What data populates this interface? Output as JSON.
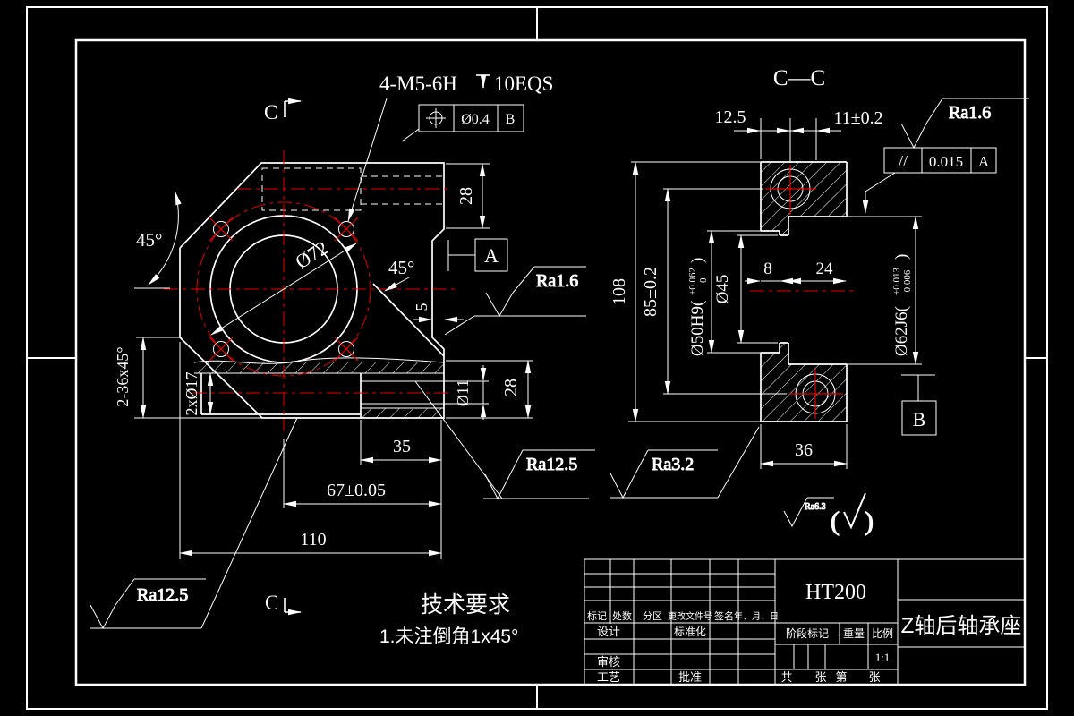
{
  "colors": {
    "background": "#000000",
    "line": "#ffffff",
    "centerline": "#e80000"
  },
  "front_view": {
    "section_letter_top": "C",
    "section_letter_bottom": "C",
    "thread_note_prefix": "4-M5-6H",
    "thread_note_suffix": "10EQS",
    "position_frame": {
      "tolerance": "Ø0.4",
      "datum": "B"
    },
    "dims": {
      "angle_top_left": "45°",
      "bore": "Ø72",
      "angle_right": "45°",
      "step5": "5",
      "height_top": "28",
      "chamfer_note": "2-36x45°",
      "counterbore": "2xØ17",
      "hole": "Ø11",
      "height_bottom": "28",
      "w35": "35",
      "w67": "67±0.05",
      "w110": "110"
    },
    "datum_a": "A",
    "roughness": {
      "ra16": "Ra1.6",
      "ra125_left": "Ra12.5",
      "ra125_mid": "Ra12.5"
    }
  },
  "section_view": {
    "title": "C—C",
    "dims": {
      "d125": "12.5",
      "d11": "11±0.2",
      "h108": "108",
      "h85": "85±0.2",
      "bore50": {
        "main": "Ø50H9(",
        "upper": "+0.062",
        "lower": "0",
        "close": ")"
      },
      "bore45": "Ø45",
      "w8": "8",
      "w24": "24",
      "bore62": {
        "main": "Ø62J6(",
        "upper": "+0.013",
        "lower": "-0.006",
        "close": ")"
      },
      "w36": "36"
    },
    "datum_b": "B",
    "parallel_frame": {
      "symbol": "//",
      "tolerance": "0.015",
      "datum": "A"
    },
    "roughness": {
      "ra16": "Ra1.6",
      "ra32": "Ra3.2",
      "ra125": "Ra12.5"
    }
  },
  "general_roughness": {
    "value": "Ra6.3",
    "paren_open": "(",
    "paren_close": ")"
  },
  "notes": {
    "title": "技术要求",
    "item1": "1.未注倒角1x45°"
  },
  "title_block": {
    "material": "HT200",
    "part_name": "Z轴后轴承座",
    "headers": [
      "标记",
      "处数",
      "分区",
      "更改文件号",
      "签名",
      "年、月、日"
    ],
    "row_design": "设计",
    "row_standard": "标准化",
    "row_check": "审核",
    "row_process": "工艺",
    "row_approve": "批准",
    "stage_label": "阶段标记",
    "weight_label": "重量",
    "scale_label": "比例",
    "scale_value": "1:1",
    "sheet_note": [
      "共",
      "张",
      "第",
      "张"
    ]
  }
}
